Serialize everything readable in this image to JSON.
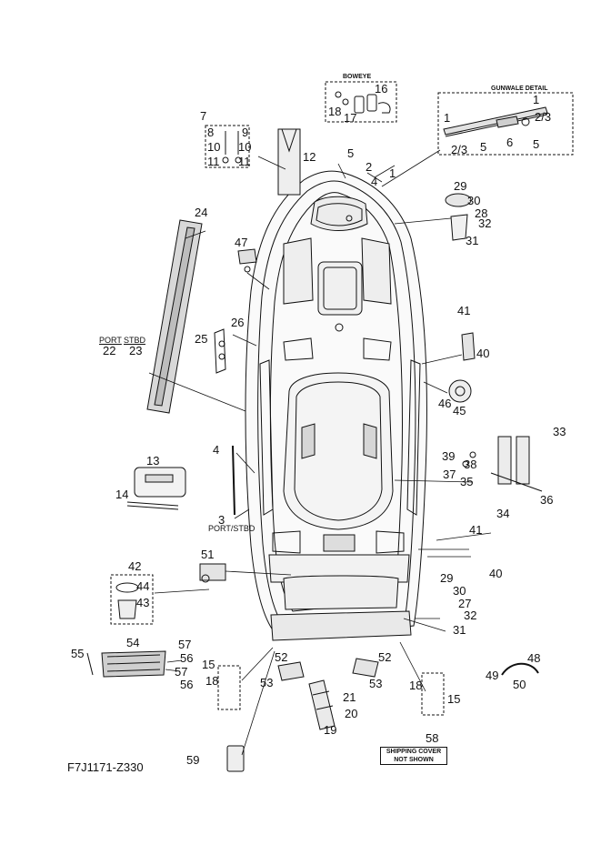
{
  "diagram": {
    "drawing_code": "F7J1171-Z330",
    "callouts": {
      "boweye": "BOWEYE",
      "gunwale_detail": "GUNWALE DETAIL",
      "port": "PORT",
      "stbd": "STBD",
      "port_stbd": "PORT/STBD",
      "shipping_line1": "SHIPPING COVER",
      "shipping_line2": "NOT SHOWN"
    },
    "labels": [
      {
        "id": "l16",
        "text": "16"
      },
      {
        "id": "l17",
        "text": "17"
      },
      {
        "id": "l18a",
        "text": "18"
      },
      {
        "id": "l1g",
        "text": "1"
      },
      {
        "id": "l1ga",
        "text": "1"
      },
      {
        "id": "l23a",
        "text": "2/3"
      },
      {
        "id": "l23b",
        "text": "2/3"
      },
      {
        "id": "l5ga",
        "text": "5"
      },
      {
        "id": "l5gb",
        "text": "5"
      },
      {
        "id": "l6",
        "text": "6"
      },
      {
        "id": "l7",
        "text": "7"
      },
      {
        "id": "l8",
        "text": "8"
      },
      {
        "id": "l9",
        "text": "9"
      },
      {
        "id": "l10a",
        "text": "10"
      },
      {
        "id": "l10b",
        "text": "10"
      },
      {
        "id": "l11a",
        "text": "11"
      },
      {
        "id": "l11b",
        "text": "11"
      },
      {
        "id": "l12",
        "text": "12"
      },
      {
        "id": "l5",
        "text": "5"
      },
      {
        "id": "l2",
        "text": "2"
      },
      {
        "id": "l4",
        "text": "4"
      },
      {
        "id": "l1",
        "text": "1"
      },
      {
        "id": "l29a",
        "text": "29"
      },
      {
        "id": "l30a",
        "text": "30"
      },
      {
        "id": "l28",
        "text": "28"
      },
      {
        "id": "l32a",
        "text": "32"
      },
      {
        "id": "l31a",
        "text": "31"
      },
      {
        "id": "l24",
        "text": "24"
      },
      {
        "id": "l47",
        "text": "47"
      },
      {
        "id": "l26",
        "text": "26"
      },
      {
        "id": "l25",
        "text": "25"
      },
      {
        "id": "l22",
        "text": "22"
      },
      {
        "id": "l23",
        "text": "23"
      },
      {
        "id": "l41a",
        "text": "41"
      },
      {
        "id": "l40a",
        "text": "40"
      },
      {
        "id": "l46",
        "text": "46"
      },
      {
        "id": "l45",
        "text": "45"
      },
      {
        "id": "l33",
        "text": "33"
      },
      {
        "id": "l39",
        "text": "39"
      },
      {
        "id": "l38",
        "text": "38"
      },
      {
        "id": "l37",
        "text": "37"
      },
      {
        "id": "l35",
        "text": "35"
      },
      {
        "id": "l36",
        "text": "36"
      },
      {
        "id": "l34",
        "text": "34"
      },
      {
        "id": "l13",
        "text": "13"
      },
      {
        "id": "l14",
        "text": "14"
      },
      {
        "id": "l4b",
        "text": "4"
      },
      {
        "id": "l3",
        "text": "3"
      },
      {
        "id": "l41b",
        "text": "41"
      },
      {
        "id": "l40b",
        "text": "40"
      },
      {
        "id": "l51",
        "text": "51"
      },
      {
        "id": "l42",
        "text": "42"
      },
      {
        "id": "l44",
        "text": "44"
      },
      {
        "id": "l43",
        "text": "43"
      },
      {
        "id": "l29b",
        "text": "29"
      },
      {
        "id": "l30b",
        "text": "30"
      },
      {
        "id": "l27",
        "text": "27"
      },
      {
        "id": "l32b",
        "text": "32"
      },
      {
        "id": "l31b",
        "text": "31"
      },
      {
        "id": "l54",
        "text": "54"
      },
      {
        "id": "l55",
        "text": "55"
      },
      {
        "id": "l57a",
        "text": "57"
      },
      {
        "id": "l56a",
        "text": "56"
      },
      {
        "id": "l57b",
        "text": "57"
      },
      {
        "id": "l56b",
        "text": "56"
      },
      {
        "id": "l15a",
        "text": "15"
      },
      {
        "id": "l18b",
        "text": "18"
      },
      {
        "id": "l52a",
        "text": "52"
      },
      {
        "id": "l53a",
        "text": "53"
      },
      {
        "id": "l52b",
        "text": "52"
      },
      {
        "id": "l53b",
        "text": "53"
      },
      {
        "id": "l18c",
        "text": "18"
      },
      {
        "id": "l15b",
        "text": "15"
      },
      {
        "id": "l48",
        "text": "48"
      },
      {
        "id": "l49",
        "text": "49"
      },
      {
        "id": "l50",
        "text": "50"
      },
      {
        "id": "l21",
        "text": "21"
      },
      {
        "id": "l20",
        "text": "20"
      },
      {
        "id": "l19",
        "text": "19"
      },
      {
        "id": "l58",
        "text": "58"
      },
      {
        "id": "l59",
        "text": "59"
      }
    ],
    "colors": {
      "ink": "#111111",
      "paper": "#ffffff",
      "fill": "#e6e6e6",
      "shade": "#c9c9c9"
    }
  }
}
